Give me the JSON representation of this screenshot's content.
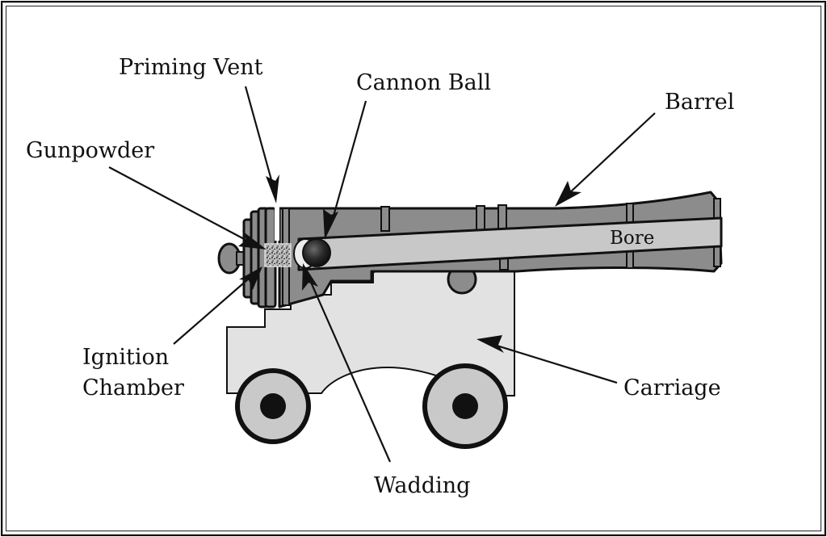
{
  "diagram": {
    "title": "Cannon cross-section",
    "labels": {
      "priming_vent": "Priming Vent",
      "cannon_ball": "Cannon Ball",
      "barrel": "Barrel",
      "gunpowder": "Gunpowder",
      "bore": "Bore",
      "ignition_line1": "Ignition",
      "ignition_line2": "Chamber",
      "carriage": "Carriage",
      "wadding": "Wadding"
    },
    "colors": {
      "barrel": "#8c8c8c",
      "bore": "#c8c8c8",
      "carriage": "#e2e2e2",
      "wheel": "#c9c9c9",
      "hub": "#111111",
      "cannon_ball": "#2a2a2a",
      "wadding": "#ececec",
      "outline": "#111111",
      "background": "#ffffff"
    }
  }
}
